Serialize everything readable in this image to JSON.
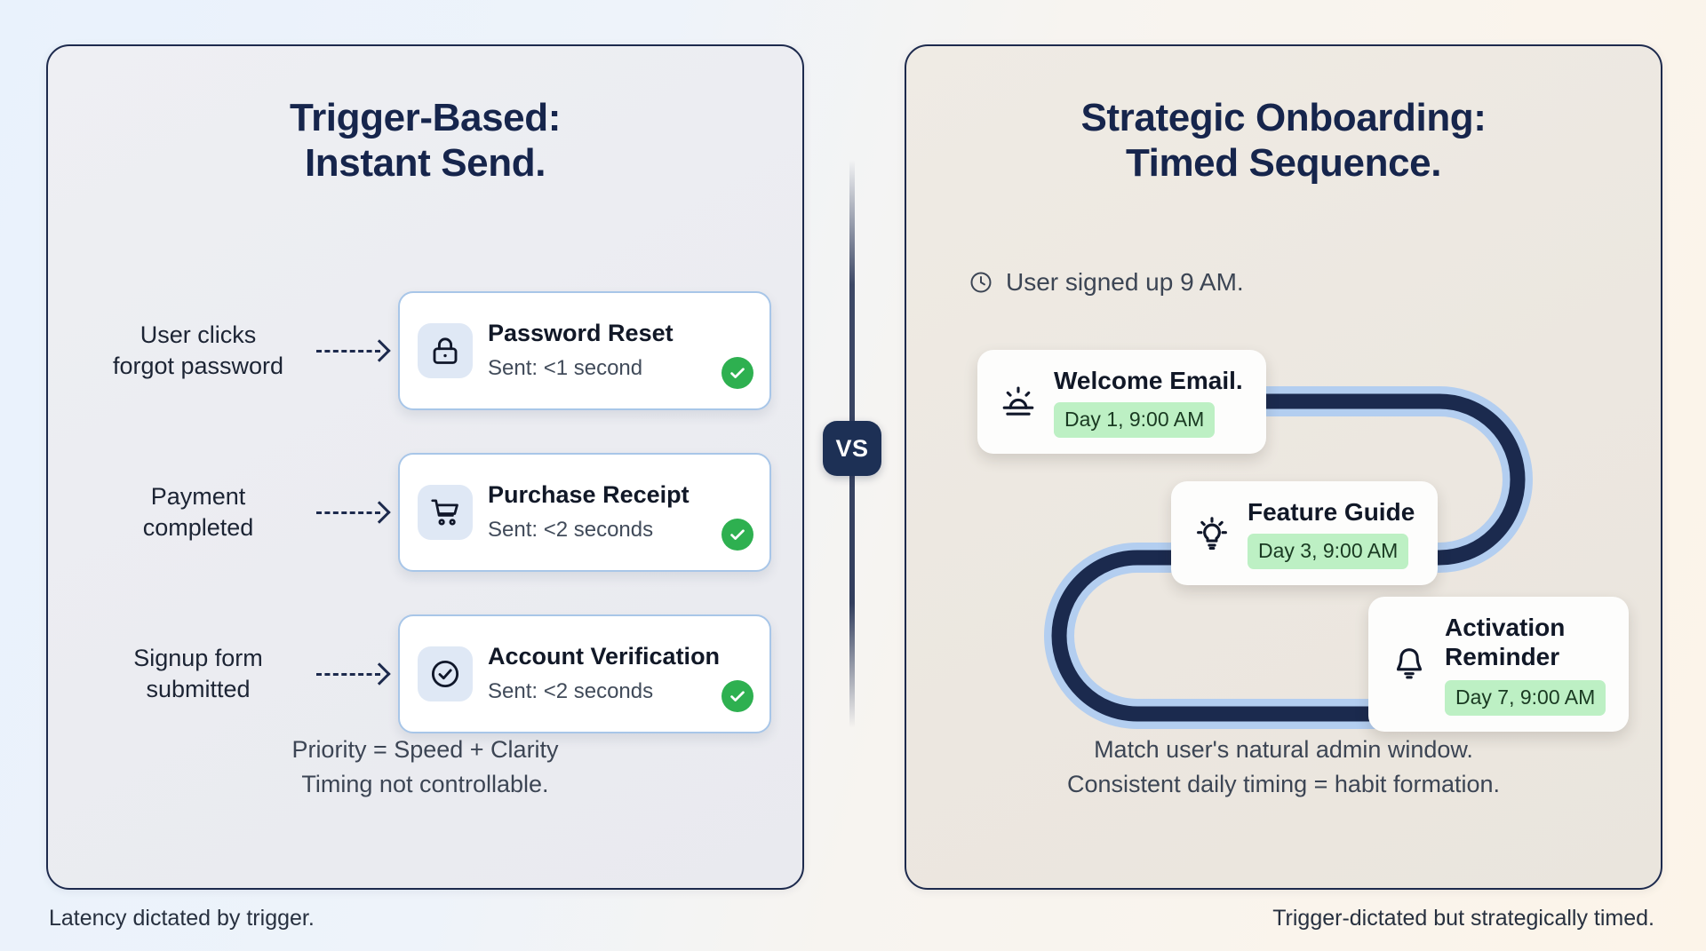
{
  "theme": {
    "page_bg_left": "#e9f2fc",
    "page_bg_right": "#fcf4e9",
    "panel_left_bg": "#edeef2",
    "panel_right_bg": "#ece7e0",
    "border_navy": "#1d2a4d",
    "accent_blue": "#a8c6e8",
    "path_navy": "#1b2a4e",
    "path_blue": "#b3cef0",
    "check_green": "#2eb050",
    "pill_green": "#bdf0c4"
  },
  "left_panel": {
    "title": "Trigger-Based:\nInstant Send.",
    "rows": [
      {
        "trigger_label": "User clicks\nforgot password",
        "icon": "lock-icon",
        "card_title": "Password Reset",
        "card_sub": "Sent: <1 second",
        "status_icon": "check-circle-icon"
      },
      {
        "trigger_label": "Payment\ncompleted",
        "icon": "shopping-cart-icon",
        "card_title": "Purchase Receipt",
        "card_sub": "Sent: <2 seconds",
        "status_icon": "check-circle-icon"
      },
      {
        "trigger_label": "Signup form\nsubmitted",
        "icon": "check-circle-outline-icon",
        "card_title": "Account Verification",
        "card_sub": "Sent: <2 seconds",
        "status_icon": "check-circle-icon"
      }
    ],
    "footnote": "Priority = Speed + Clarity\nTiming not controllable.",
    "caption": "Latency dictated by trigger."
  },
  "divider": {
    "label": "VS"
  },
  "right_panel": {
    "title": "Strategic Onboarding:\nTimed Sequence.",
    "signup_note": "User signed up 9 AM.",
    "signup_icon": "clock-icon",
    "sequence": [
      {
        "icon": "sunrise-icon",
        "title": "Welcome Email.",
        "pill": "Day 1, 9:00 AM"
      },
      {
        "icon": "lightbulb-icon",
        "title": "Feature Guide",
        "pill": "Day 3, 9:00 AM"
      },
      {
        "icon": "bell-icon",
        "title": "Activation\nReminder",
        "pill": "Day 7, 9:00 AM"
      }
    ],
    "footnote": "Match user's natural admin window.\nConsistent daily timing = habit formation.",
    "caption": "Trigger-dictated but strategically timed."
  }
}
